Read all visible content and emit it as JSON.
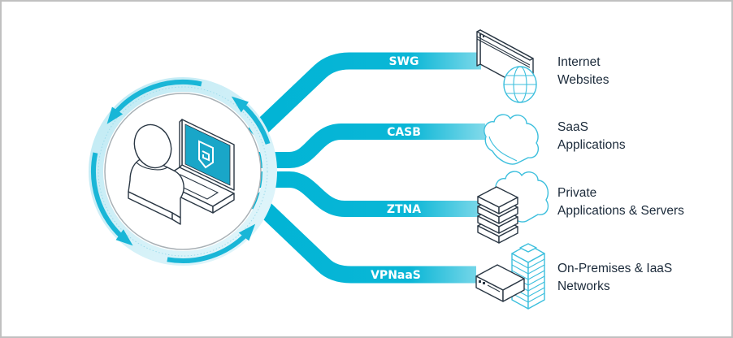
{
  "diagram": {
    "colors": {
      "band": "#00b4d5",
      "band_fade": "#86dbeb",
      "ring_light": "#d6f2f9",
      "arrow": "#19b6d7",
      "screen": "#19a6c8",
      "text": "#1b2a3a",
      "border": "#c0c0c0"
    },
    "center_node": {
      "icon": "user-at-laptop-icon",
      "screen_logo": "shield-logo-icon",
      "rotation": "counterclockwise-arrows"
    },
    "connections": [
      {
        "id": "swg",
        "label": "SWG",
        "icon": "browser-globe-icon",
        "destination": [
          "Internet",
          "Websites"
        ]
      },
      {
        "id": "casb",
        "label": "CASB",
        "icon": "cloud-icon",
        "destination": [
          "SaaS",
          "Applications"
        ]
      },
      {
        "id": "ztna",
        "label": "ZTNA",
        "icon": "server-cloud-icon",
        "destination": [
          "Private",
          "Applications & Servers"
        ]
      },
      {
        "id": "vpnaas",
        "label": "VPNaaS",
        "icon": "appliance-building-icon",
        "destination": [
          "On-Premises & IaaS",
          "Networks"
        ]
      }
    ]
  }
}
